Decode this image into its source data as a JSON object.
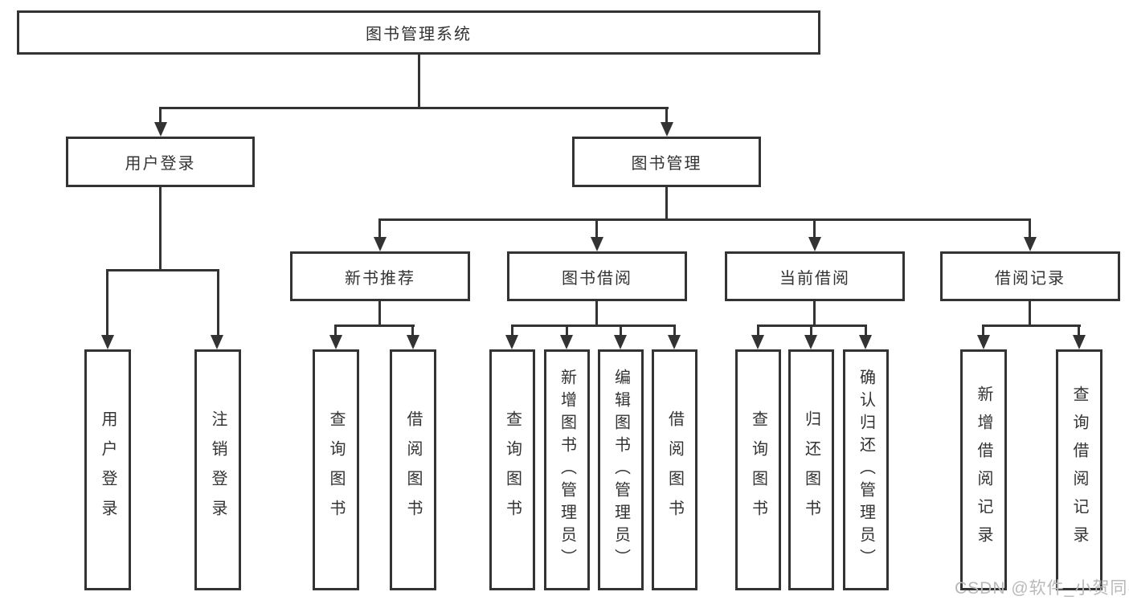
{
  "diagram": {
    "root": {
      "label": "图书管理系统"
    },
    "level2": [
      {
        "label": "用户登录"
      },
      {
        "label": "图书管理"
      }
    ],
    "level3": [
      {
        "label": "新书推荐"
      },
      {
        "label": "图书借阅"
      },
      {
        "label": "当前借阅"
      },
      {
        "label": "借阅记录"
      }
    ],
    "leaves": {
      "user_login": [
        {
          "label": "用户登录"
        },
        {
          "label": "注销登录"
        }
      ],
      "new_books": [
        {
          "label": "查询图书"
        },
        {
          "label": "借阅图书"
        }
      ],
      "book_borrow": [
        {
          "label": "查询图书"
        },
        {
          "label": "新增图书（管理员）"
        },
        {
          "label": "编辑图书（管理员）"
        },
        {
          "label": "借阅图书"
        }
      ],
      "current_borrow": [
        {
          "label": "查询图书"
        },
        {
          "label": "归还图书"
        },
        {
          "label": "确认归还（管理员）"
        }
      ],
      "borrow_records": [
        {
          "label": "新增借阅记录"
        },
        {
          "label": "查询借阅记录"
        }
      ]
    }
  },
  "watermark": {
    "text": "CSDN @软件_小贺同学"
  },
  "colors": {
    "line": "#333333",
    "text": "#333333",
    "background": "#ffffff",
    "watermark": "#b9b9b9"
  }
}
